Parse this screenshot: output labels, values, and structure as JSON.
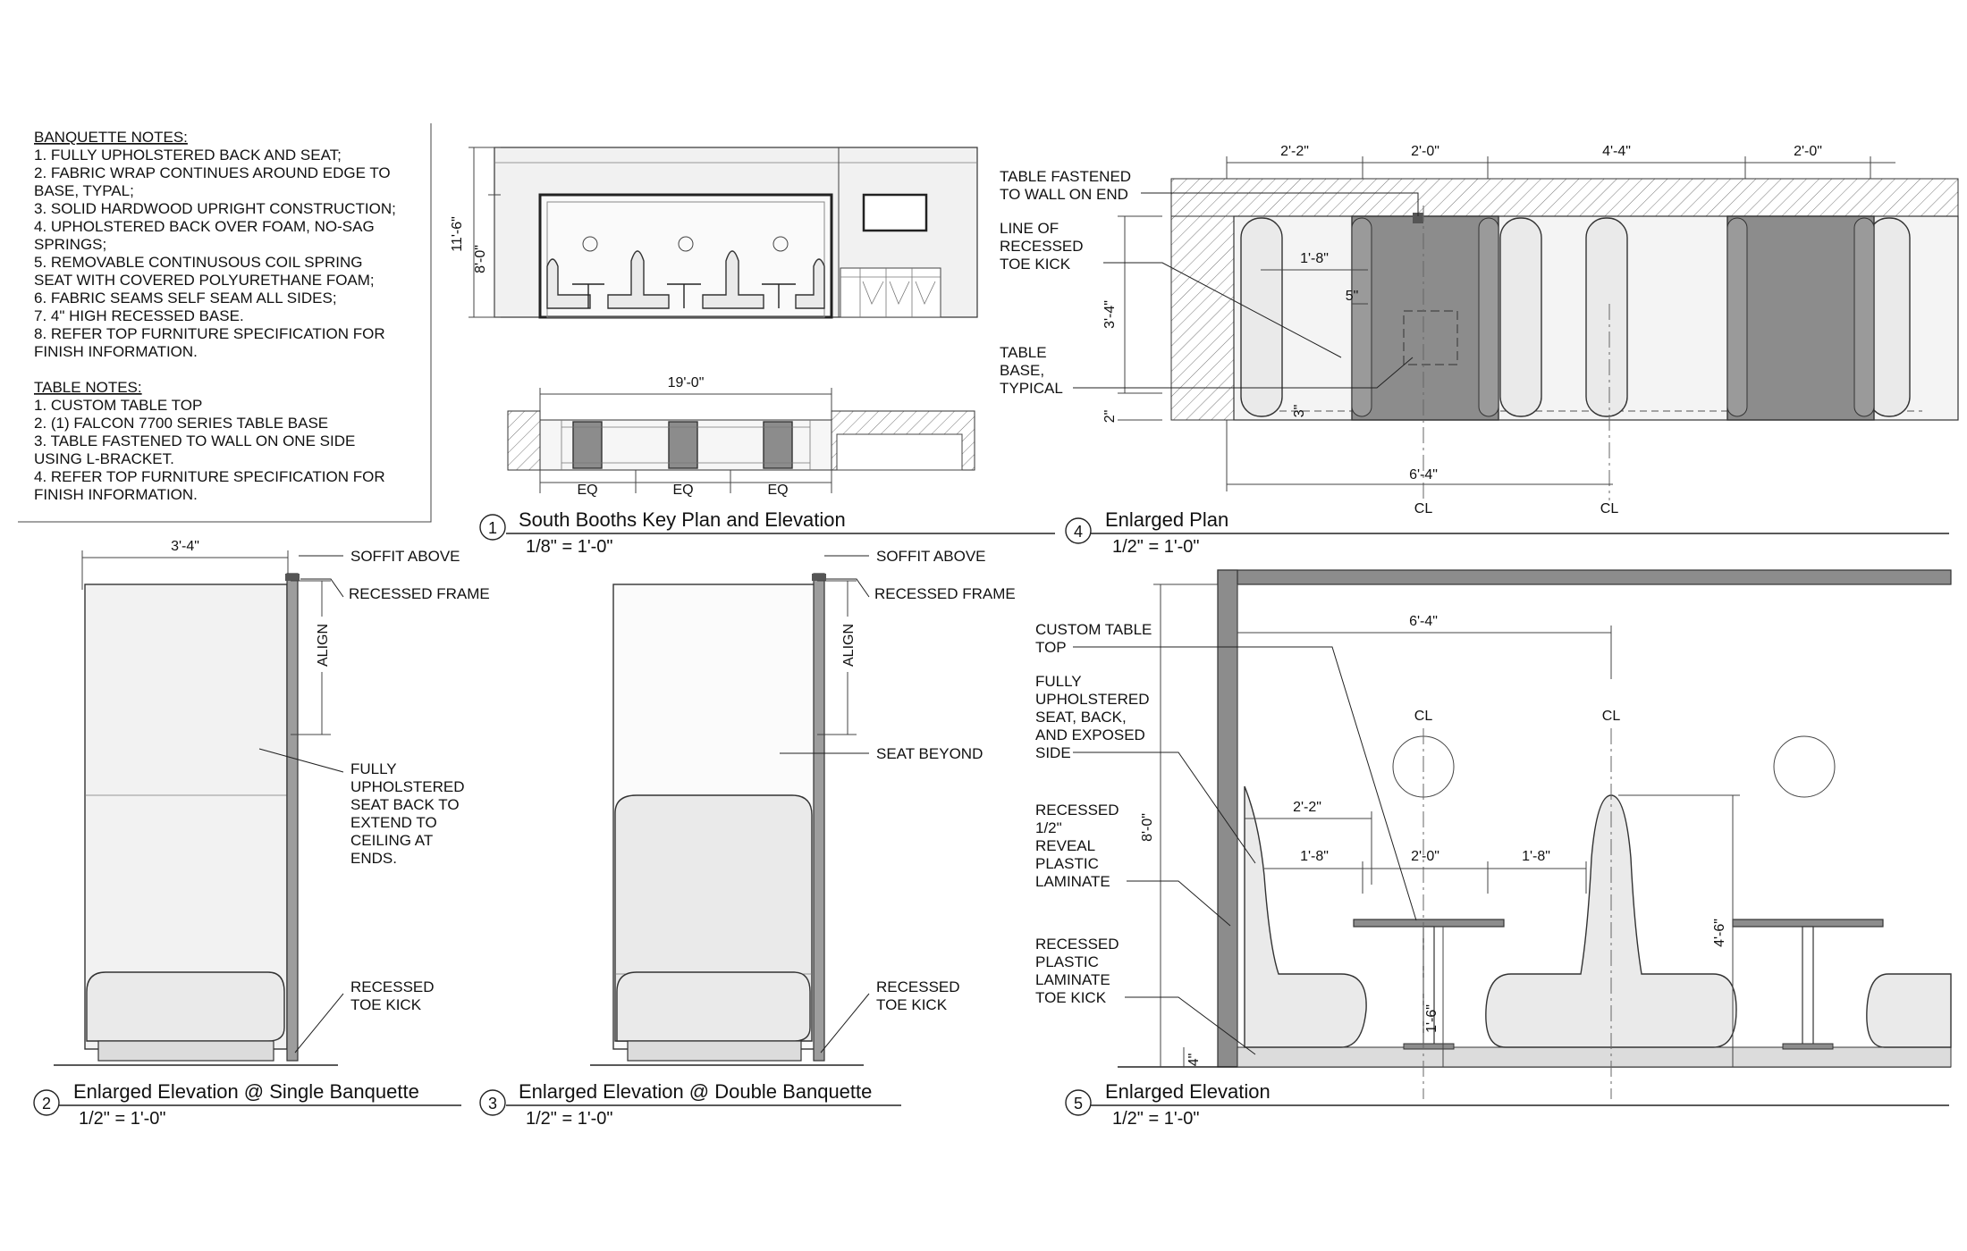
{
  "banquette_notes": {
    "heading": "BANQUETTE NOTES:",
    "lines": [
      "1. FULLY UPHOLSTERED BACK AND SEAT;",
      "2. FABRIC WRAP CONTINUES AROUND EDGE TO",
      "BASE, TYPAL;",
      "3. SOLID HARDWOOD UPRIGHT CONSTRUCTION;",
      "4. UPHOLSTERED BACK OVER FOAM, NO-SAG",
      "SPRINGS;",
      "5. REMOVABLE CONTINUSOUS COIL SPRING",
      "SEAT WITH COVERED POLYURETHANE FOAM;",
      "6. FABRIC SEAMS SELF SEAM ALL SIDES;",
      "7. 4\" HIGH RECESSED BASE.",
      "8. REFER TOP FURNITURE SPECIFICATION FOR",
      "FINISH INFORMATION."
    ]
  },
  "table_notes": {
    "heading": "TABLE  NOTES:",
    "lines": [
      "1. CUSTOM TABLE TOP",
      "2. (1) FALCON 7700 SERIES TABLE BASE",
      "3. TABLE FASTENED TO WALL ON ONE SIDE",
      "USING L-BRACKET.",
      "4. REFER TOP FURNITURE SPECIFICATION FOR",
      "FINISH INFORMATION."
    ]
  },
  "detail1": {
    "number": "1",
    "title": "South Booths Key Plan and Elevation",
    "scale": "1/8\" = 1'-0\"",
    "dims": {
      "overall_height": "11'-6\"",
      "booth_height": "8'-0\"",
      "plan_length": "19'-0\"",
      "eq": "EQ"
    }
  },
  "detail2": {
    "number": "2",
    "title": "Enlarged Elevation @ Single Banquette",
    "scale": "1/2\" = 1'-0\"",
    "dims": {
      "width": "3'-4\""
    },
    "labels": {
      "soffit": "SOFFIT ABOVE",
      "frame": "RECESSED FRAME",
      "align": "ALIGN",
      "seat_back": [
        "FULLY",
        "UPHOLSTERED",
        "SEAT BACK TO",
        "EXTEND TO",
        "CEILING AT",
        "ENDS."
      ],
      "toe_kick": [
        "RECESSED",
        "TOE KICK"
      ]
    }
  },
  "detail3": {
    "number": "3",
    "title": "Enlarged Elevation @ Double Banquette",
    "scale": "1/2\" = 1'-0\"",
    "labels": {
      "soffit": "SOFFIT ABOVE",
      "frame": "RECESSED FRAME",
      "align": "ALIGN",
      "seat_beyond": "SEAT BEYOND",
      "toe_kick": [
        "RECESSED",
        "TOE KICK"
      ]
    }
  },
  "detail4": {
    "number": "4",
    "title": "Enlarged Plan",
    "scale": "1/2\" = 1'-0\"",
    "dims": {
      "d1": "2'-2\"",
      "d2": "2'-0\"",
      "d3": "4'-4\"",
      "d4": "2'-0\"",
      "depth": "3'-4\"",
      "seat": "1'-8\"",
      "gap": "5\"",
      "base": "2\"",
      "toe": "3\"",
      "overall": "6'-4\""
    },
    "labels": {
      "fastened": [
        "TABLE FASTENED",
        "TO WALL ON END"
      ],
      "recessed": [
        "LINE OF",
        "RECESSED",
        "TOE KICK"
      ],
      "table_base": [
        "TABLE",
        "BASE,",
        "TYPICAL"
      ],
      "cl": "CL"
    }
  },
  "detail5": {
    "number": "5",
    "title": "Enlarged Elevation",
    "scale": "1/2\" = 1'-0\"",
    "dims": {
      "overall": "6'-4\"",
      "height": "8'-0\"",
      "seat_w": "2'-2\"",
      "s1": "1'-8\"",
      "s2": "2'-0\"",
      "s3": "1'-8\"",
      "back_h": "4'-6\"",
      "table_h": "1'-6\"",
      "base_h": "4\""
    },
    "labels": {
      "table_top": [
        "CUSTOM TABLE",
        "TOP"
      ],
      "upholstered": [
        "FULLY",
        "UPHOLSTERED",
        "SEAT, BACK,",
        "AND EXPOSED",
        "SIDE"
      ],
      "reveal": [
        "RECESSED",
        "1/2\"",
        "REVEAL",
        "PLASTIC",
        "LAMINATE"
      ],
      "laminate": [
        "RECESSED",
        "PLASTIC",
        "LAMINATE",
        "TOE KICK"
      ],
      "cl": "CL"
    }
  }
}
